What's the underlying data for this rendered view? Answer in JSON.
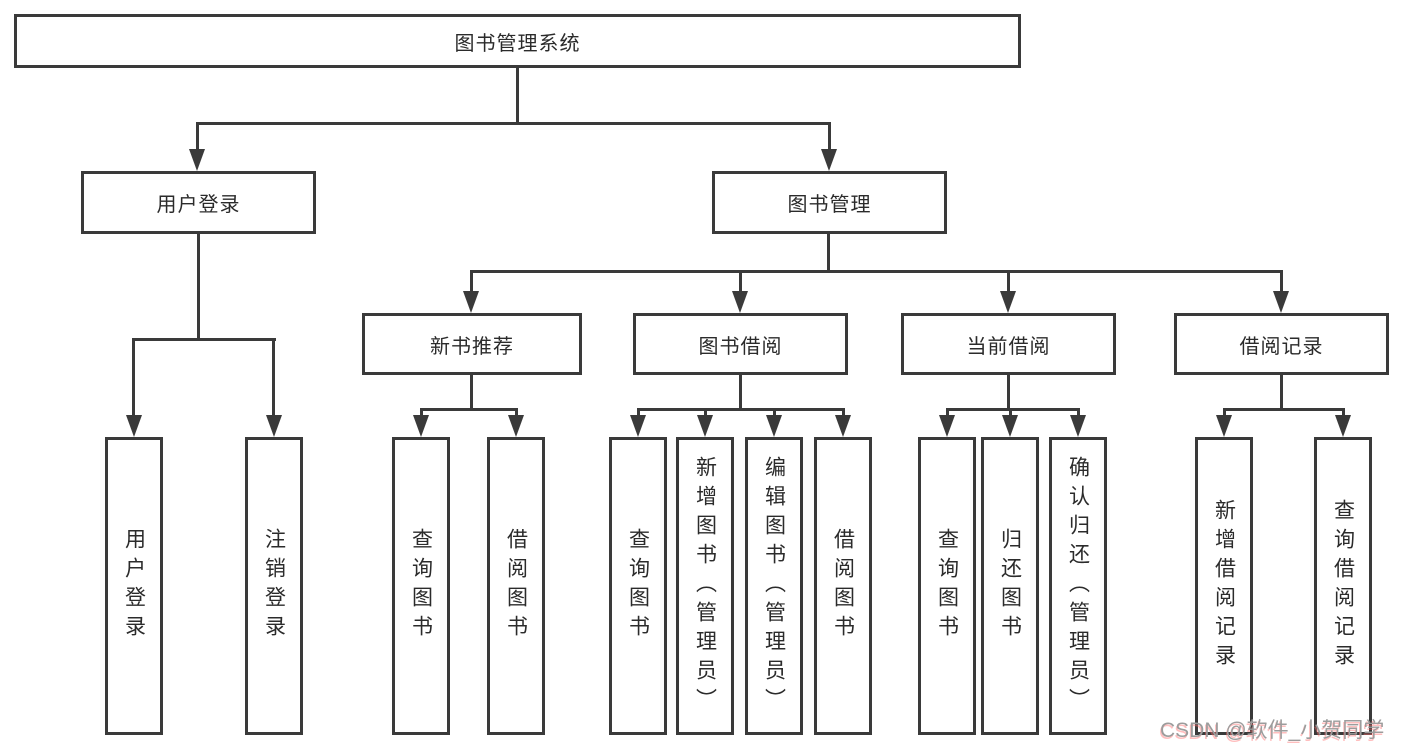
{
  "colors": {
    "background": "#ffffff",
    "line": "#3a3a3a",
    "box_border": "#3a3a3a",
    "text": "#2b2b2b",
    "watermark_text": "#9c9c9c",
    "watermark_accent": "#ff6e6e"
  },
  "diagram_type": "hierarchy-tree",
  "tree": {
    "label": "图书管理系统",
    "children": [
      {
        "label": "用户登录",
        "children": [
          {
            "label": "用户登录"
          },
          {
            "label": "注销登录"
          }
        ]
      },
      {
        "label": "图书管理",
        "children": [
          {
            "label": "新书推荐",
            "children": [
              {
                "label": "查询图书"
              },
              {
                "label": "借阅图书"
              }
            ]
          },
          {
            "label": "图书借阅",
            "children": [
              {
                "label": "查询图书"
              },
              {
                "label": "新增图书（管理员）"
              },
              {
                "label": "编辑图书（管理员）"
              },
              {
                "label": "借阅图书"
              }
            ]
          },
          {
            "label": "当前借阅",
            "children": [
              {
                "label": "查询图书"
              },
              {
                "label": "归还图书"
              },
              {
                "label": "确认归还（管理员）"
              }
            ]
          },
          {
            "label": "借阅记录",
            "children": [
              {
                "label": "新增借阅记录"
              },
              {
                "label": "查询借阅记录"
              }
            ]
          }
        ]
      }
    ]
  },
  "watermark": {
    "text": "CSDN @软件_小贺同学"
  }
}
